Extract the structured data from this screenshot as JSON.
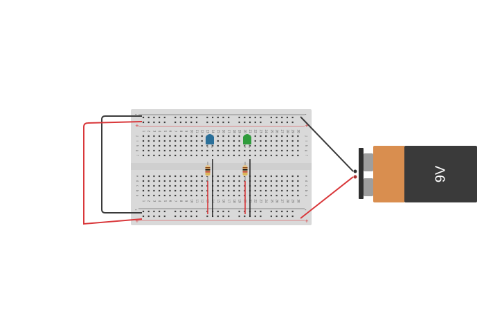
{
  "battery": {
    "label": "9V",
    "body_color": "#3a3a3a",
    "cap_color": "#d98e4f",
    "terminal_color": "#9e9e9e",
    "clip_color": "#2e2e2e"
  },
  "breadboard": {
    "color": "#d9d9d9",
    "hole_color": "#3c3c3c",
    "rail_minus_symbol": "-",
    "rail_plus_symbol": "+",
    "rail_minus_color": "#3a3a3a",
    "rail_plus_color": "#d9373a",
    "column_count": 30,
    "row_letters_top": [
      "j",
      "i",
      "h",
      "g",
      "f"
    ],
    "row_letters_bottom": [
      "e",
      "d",
      "c",
      "b",
      "a"
    ]
  },
  "components": {
    "led_blue_color": "#2a6f99",
    "led_green_color": "#2f9c3c",
    "resistor_body_color": "#e3c48b",
    "resistor_bands": [
      "#8b4513",
      "#000000",
      "#c0392b",
      "#d4af37"
    ]
  },
  "wires": {
    "negative_color": "#3a3a3a",
    "positive_color": "#d9373a"
  }
}
